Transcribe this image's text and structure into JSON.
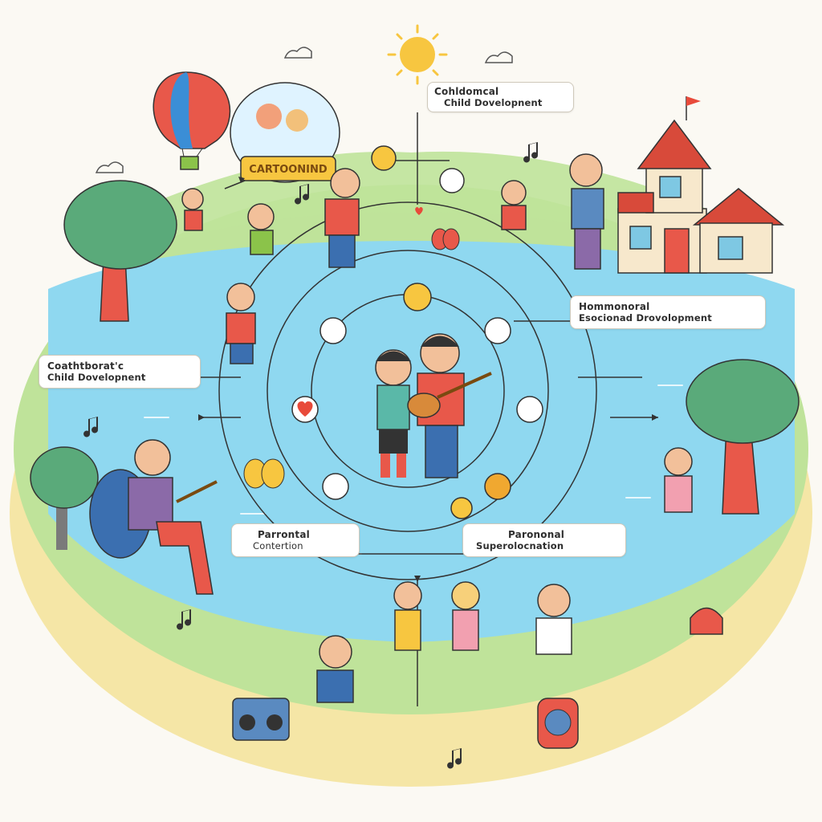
{
  "labels": {
    "top_center": {
      "line1": "Cohldomcal",
      "line2": "Child Dovelopnent"
    },
    "right_mid": {
      "line1": "Hommonoral",
      "line2": "Esocionad Drovolopment"
    },
    "left_mid": {
      "line1": "Coathtborat'c",
      "line2": "Child Dovelopnent"
    },
    "bottom_left": {
      "line1": "Parrontal",
      "line2": "Contertion"
    },
    "bottom_right": {
      "line1": "Parononal",
      "line2": "Superolocnation"
    }
  },
  "banner": {
    "text": "CARTOONIND"
  },
  "icons": [
    "sun-icon",
    "cloud-icon",
    "hot-air-balloon-icon",
    "music-note-icon",
    "heart-icon",
    "tree-icon",
    "house-icon",
    "flag-icon",
    "guitar-icon",
    "boombox-icon",
    "butterfly-icon"
  ],
  "colors": {
    "water": "#8fd8f0",
    "grass": "#bfe39a",
    "sand": "#f5e6a6",
    "roof": "#d84a3a",
    "accent": "#f0a830"
  }
}
